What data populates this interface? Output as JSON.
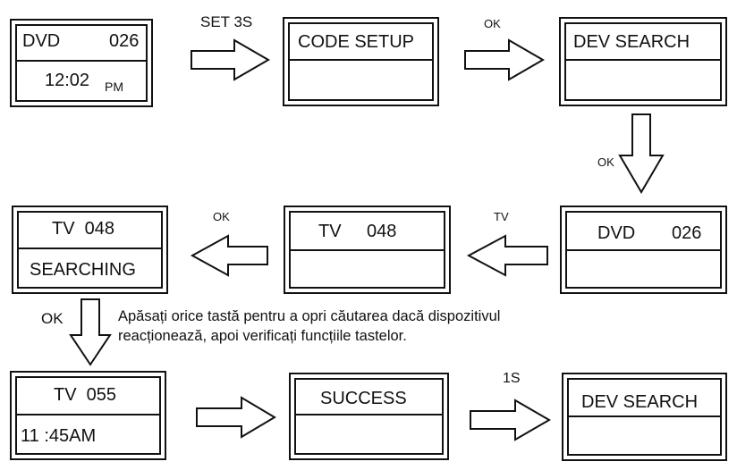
{
  "screens": {
    "s1": {
      "top_left": "DVD",
      "top_right": "026",
      "bottom_time": "12:02",
      "bottom_suffix": "PM"
    },
    "s2": {
      "top": "CODE SETUP",
      "bottom": ""
    },
    "s3": {
      "top": "DEV SEARCH",
      "bottom": ""
    },
    "s4": {
      "top_left": "DVD",
      "top_right": "026",
      "bottom": ""
    },
    "s5": {
      "top_left": "TV",
      "top_right": "048",
      "bottom": ""
    },
    "s6": {
      "top": "TV  048",
      "bottom": "SEARCHING"
    },
    "s7": {
      "top": "TV  055",
      "bottom": "11 :45AM"
    },
    "s8": {
      "top": "SUCCESS",
      "bottom": ""
    },
    "s9": {
      "top": "DEV SEARCH",
      "bottom": ""
    }
  },
  "arrows": {
    "a1": "SET 3S",
    "a2": "OK",
    "a3": "OK",
    "a4": "TV",
    "a5": "OK",
    "a6": "OK",
    "a7": "",
    "a8": "1S"
  },
  "note": {
    "line1": "Apăsați orice tastă pentru a opri căutarea dacă dispozitivul",
    "line2": "reacționează, apoi verificați funcțiile tastelor."
  }
}
